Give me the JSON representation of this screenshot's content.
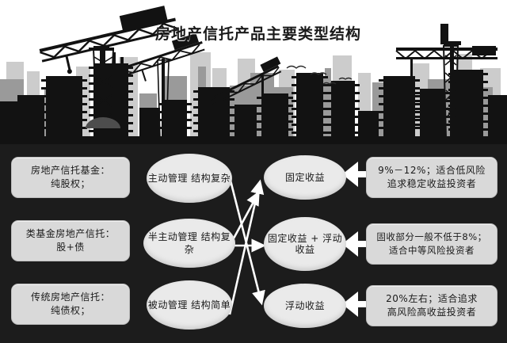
{
  "header": {
    "title": "房地产信托产品主要类型结构",
    "artwork": "construction-skyline-silhouette"
  },
  "colors": {
    "panel_background": "#1c1c1c",
    "box_fill": "#d9d9d9",
    "ellipse_fill": "#eaeaea",
    "arrow_fill": "#ffffff",
    "text": "#1a1a1a",
    "banner_background": "#ffffff",
    "skyline_dark": "#111111",
    "skyline_mid": "#8c8c8c",
    "skyline_light": "#c9c9c9"
  },
  "diagram": {
    "type": "flow-diagram",
    "columns": {
      "product_types": [
        {
          "line1": "房地产信托基金：",
          "line2": "纯股权；"
        },
        {
          "line1": "类基金房地产信托：",
          "line2": "股+债"
        },
        {
          "line1": "传统房地产信托：",
          "line2": "纯债权；"
        }
      ],
      "management_styles": [
        {
          "line1": "主动管理",
          "line2": "结构复杂"
        },
        {
          "line1": "半主动管理",
          "line2": "结构复杂"
        },
        {
          "line1": "被动管理",
          "line2": "结构简单"
        }
      ],
      "return_types": [
        {
          "line1": "固定收益",
          "line2": "",
          "line3": ""
        },
        {
          "line1": "固定收益",
          "line2": "+",
          "line3": "浮动收益"
        },
        {
          "line1": "浮动收益",
          "line2": "",
          "line3": ""
        }
      ],
      "investor_profiles": [
        {
          "line1": "9%－12%；适合低风险",
          "line2": "追求稳定收益投资者"
        },
        {
          "line1": "固收部分一般不低于8%；",
          "line2": "适合中等风险投资者"
        },
        {
          "line1": "20%左右；适合追求",
          "line2": "高风险高收益投资者"
        }
      ]
    },
    "connectors": [
      {
        "name": "active-to-fixed",
        "from": "主动管理结构复杂",
        "to": "固定收益",
        "style": "line-arrow"
      },
      {
        "name": "active-to-floating",
        "from": "主动管理结构复杂",
        "to": "浮动收益",
        "style": "line-arrow"
      },
      {
        "name": "semiactive-to-fixed",
        "from": "半主动管理结构复杂",
        "to": "固定收益",
        "style": "line-arrow"
      },
      {
        "name": "semiactive-to-mixed",
        "from": "半主动管理结构复杂",
        "to": "固定收益+浮动收益",
        "style": "line-arrow"
      },
      {
        "name": "passive-to-fixed",
        "from": "被动管理结构简单",
        "to": "固定收益",
        "style": "line-arrow"
      },
      {
        "name": "fixed-to-profile-1",
        "from": "9%－12%",
        "to": "固定收益",
        "style": "block-arrow-left"
      },
      {
        "name": "mixed-to-profile-2",
        "from": "固收部分一般不低于8%",
        "to": "固定收益+浮动收益",
        "style": "block-arrow-left"
      },
      {
        "name": "floating-to-profile-3",
        "from": "20%左右",
        "to": "浮动收益",
        "style": "block-arrow-left"
      }
    ]
  }
}
